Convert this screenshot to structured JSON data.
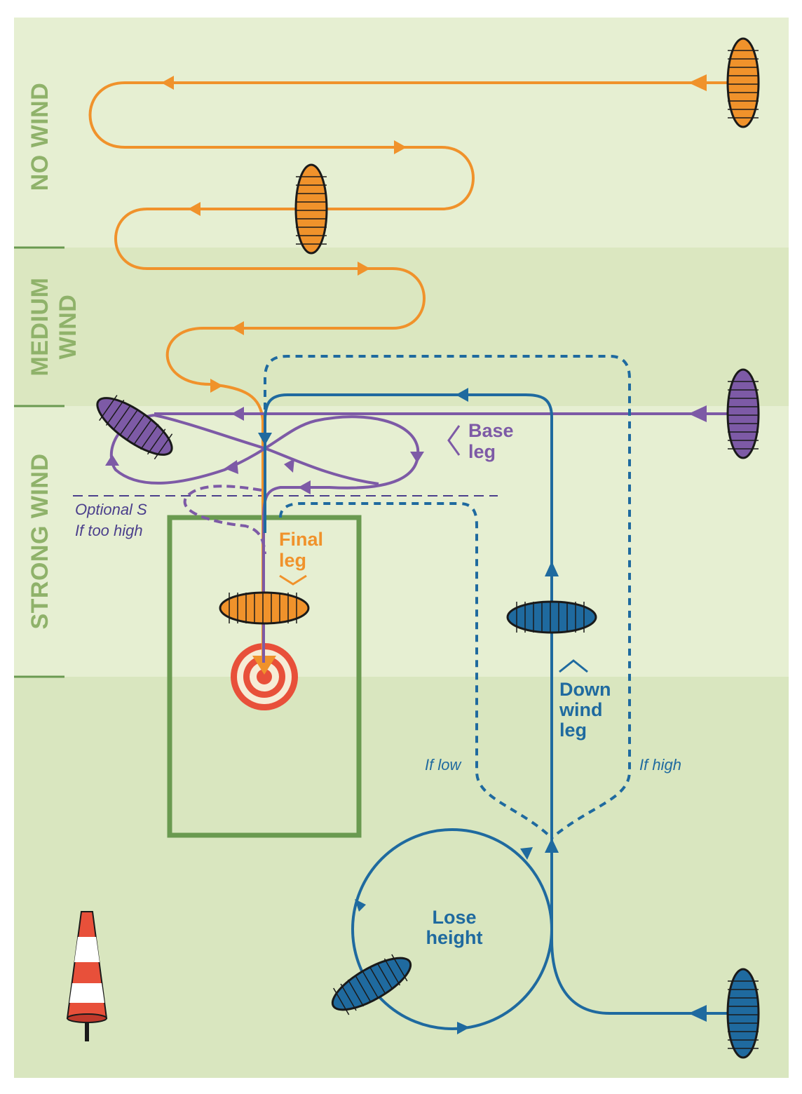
{
  "zones": [
    {
      "label": "NO WIND",
      "lines": [
        "NO WIND"
      ]
    },
    {
      "label": "MEDIUM WIND",
      "lines": [
        "MEDIUM",
        "WIND"
      ]
    },
    {
      "label": "STRONG WIND",
      "lines": [
        "STRONG WIND"
      ]
    }
  ],
  "labels": {
    "base_leg": [
      "Base",
      "leg"
    ],
    "final_leg": [
      "Final",
      "leg"
    ],
    "down_wind_leg": [
      "Down",
      "wind",
      "leg"
    ],
    "lose_height": [
      "Lose",
      "height"
    ],
    "optional_s": [
      "Optional S",
      "If too high"
    ],
    "if_low": "If low",
    "if_high": "If high"
  },
  "colors": {
    "no_wind_bg": "#e6efd2",
    "medium_wind_bg": "#dbe7c0",
    "strong_wind_bg": "#e6efd2",
    "bottom_bg": "#d9e6bf",
    "zone_text": "#8fb26a",
    "orange_path": "#f0922b",
    "purple_path": "#7d5aa6",
    "blue_path": "#1f6a9f",
    "landing_box": "#6a9a50",
    "target_red": "#e8503a",
    "optional_line": "#4b3f8c"
  },
  "icons": {
    "paraglider": "paraglider-wing-icon",
    "target": "target-bullseye-icon",
    "windsock": "windsock-icon"
  }
}
